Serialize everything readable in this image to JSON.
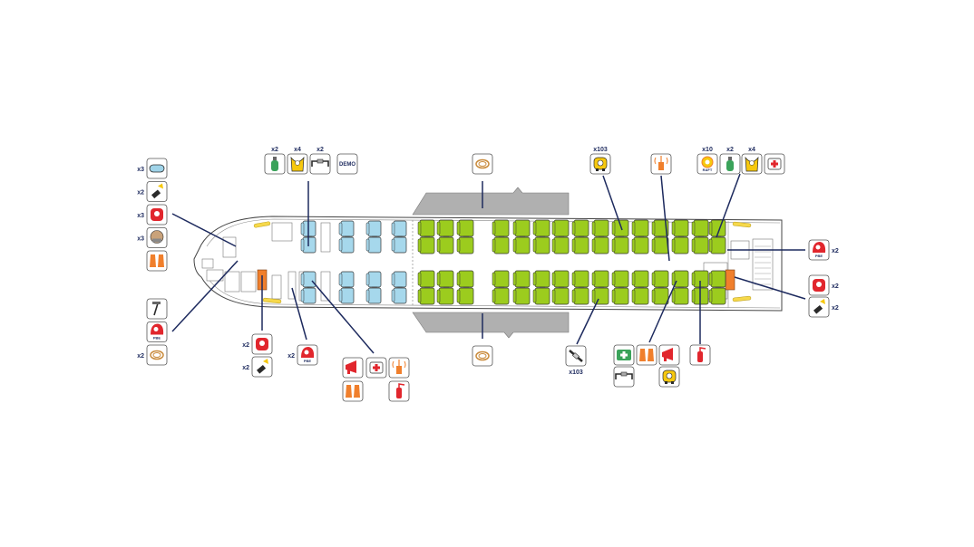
{
  "colors": {
    "economy_seat": "#9ccc1e",
    "business_seat": "#a6d8ec",
    "leader_line": "#1d2a5e",
    "count_text": "#1d2a5e",
    "raft_panel": "#b0b0b0",
    "door_marker": "#f07f2c",
    "exit_light": "#f6d84a"
  },
  "labels": {
    "demo": "DEMO",
    "raft_text": "RAFT",
    "pbe_text": "PBE"
  },
  "equipment": {
    "fwd_left_column": [
      {
        "icon": "goggles-icon",
        "count": "x3"
      },
      {
        "icon": "flashlight-icon",
        "count": "x2"
      },
      {
        "icon": "portable-oxygen-icon",
        "count": "x3"
      },
      {
        "icon": "crew-face-mask-icon",
        "count": "x3"
      },
      {
        "icon": "gloves-icon",
        "count": ""
      }
    ],
    "fwd_left_lower": [
      {
        "icon": "crash-axe-icon",
        "count": ""
      },
      {
        "icon": "pbe-hood-icon",
        "count": ""
      },
      {
        "icon": "escape-rope-icon",
        "count": "x2"
      }
    ],
    "top_demo": [
      {
        "icon": "demo-oxygen-bottle-icon",
        "count": "x2"
      },
      {
        "icon": "demo-life-vest-icon",
        "count": "x4"
      },
      {
        "icon": "demo-seatbelt-icon",
        "count": "x2"
      },
      {
        "icon": "demo-kit-icon",
        "count": ""
      }
    ],
    "galley_lower": [
      {
        "icon": "portable-oxygen-icon",
        "count": "x2"
      },
      {
        "icon": "flashlight-icon",
        "count": "x2"
      }
    ],
    "fwd_lav_pbe": {
      "icon": "pbe-hood-icon",
      "count": "x2"
    },
    "fwd_cabin_group": [
      {
        "icon": "megaphone-icon"
      },
      {
        "icon": "first-aid-kit-icon"
      },
      {
        "icon": "emergency-locator-icon"
      },
      {
        "icon": "gloves-icon"
      },
      {
        "icon": "fire-extinguisher-icon"
      }
    ],
    "wing_ropes": [
      {
        "icon": "escape-rope-icon",
        "position": "top"
      },
      {
        "icon": "escape-rope-icon",
        "position": "bottom"
      }
    ],
    "life_vests_top": {
      "icon": "life-vest-icon",
      "count": "x103"
    },
    "seatbelt_extensions": {
      "icon": "seatbelt-extension-icon",
      "count": "x103"
    },
    "locator_top": {
      "icon": "emergency-locator-icon"
    },
    "aft_top_group": [
      {
        "icon": "life-raft-icon",
        "count": "x10"
      },
      {
        "icon": "demo-oxygen-bottle-icon",
        "count": "x2"
      },
      {
        "icon": "demo-life-vest-icon",
        "count": "x4"
      },
      {
        "icon": "first-aid-kit-icon",
        "count": ""
      }
    ],
    "aft_right_pbe": {
      "icon": "pbe-hood-icon",
      "count": "x2"
    },
    "aft_right_lower": [
      {
        "icon": "portable-oxygen-icon",
        "count": "x2"
      },
      {
        "icon": "flashlight-icon",
        "count": "x2"
      }
    ],
    "aft_bottom_group": [
      {
        "icon": "medical-kit-icon"
      },
      {
        "icon": "gloves-icon"
      },
      {
        "icon": "megaphone-icon"
      },
      {
        "icon": "demo-seatbelt-icon"
      },
      {
        "icon": "life-vest-icon"
      }
    ],
    "aft_extinguisher": {
      "icon": "fire-extinguisher-icon"
    }
  }
}
